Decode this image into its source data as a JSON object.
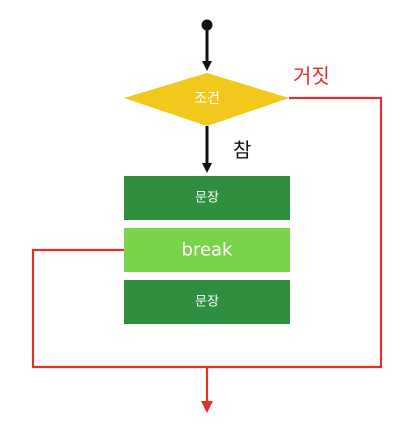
{
  "diagram": {
    "condition_label": "조건",
    "true_label": "참",
    "false_label": "거짓",
    "statement_top_label": "문장",
    "break_label": "break",
    "statement_bottom_label": "문장",
    "colors": {
      "condition_fill": "#f2c81d",
      "statement_fill": "#2f8f3e",
      "break_fill": "#7ad44a",
      "flow_line": "#111111",
      "false_path": "#e0312b"
    }
  }
}
